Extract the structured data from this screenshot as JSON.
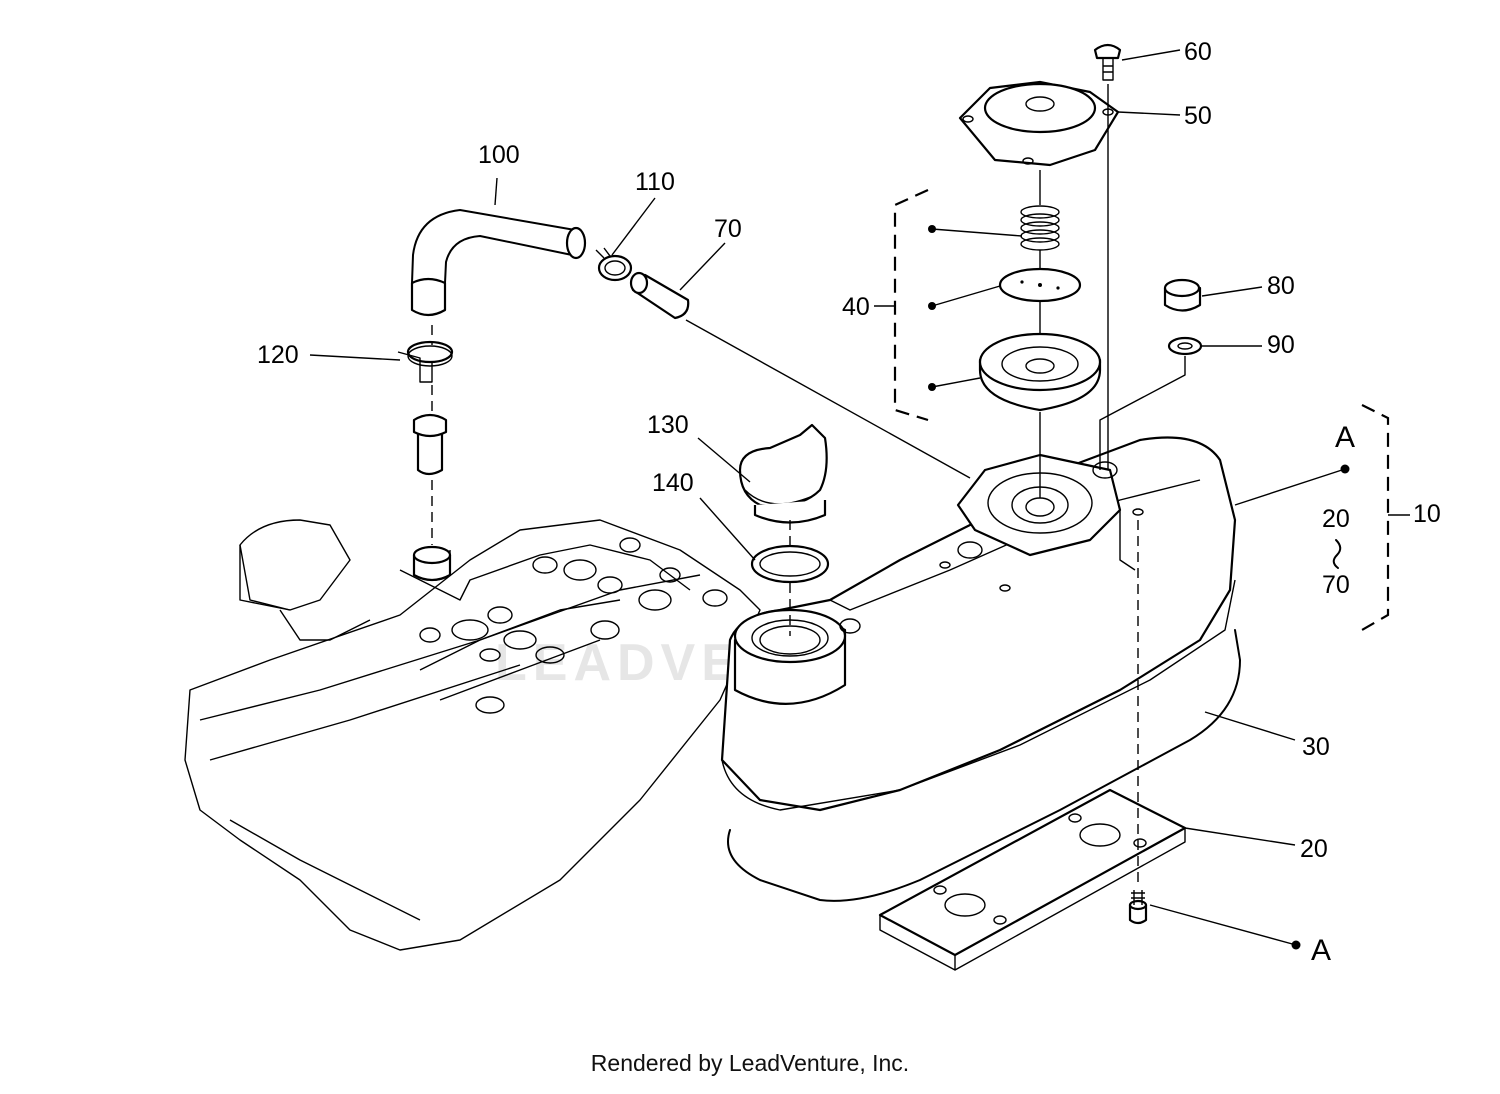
{
  "watermark": "LEADVENTURE",
  "footer": "Rendered by LeadVenture, Inc.",
  "callouts": {
    "c60": "60",
    "c50": "50",
    "c100": "100",
    "c110": "110",
    "c70a": "70",
    "c40": "40",
    "c80": "80",
    "c90": "90",
    "c120": "120",
    "c130": "130",
    "c140": "140",
    "cA1": "A",
    "c10": "10",
    "c20a": "20",
    "c70b": "70",
    "c30": "30",
    "c20b": "20",
    "cA2": "A"
  }
}
